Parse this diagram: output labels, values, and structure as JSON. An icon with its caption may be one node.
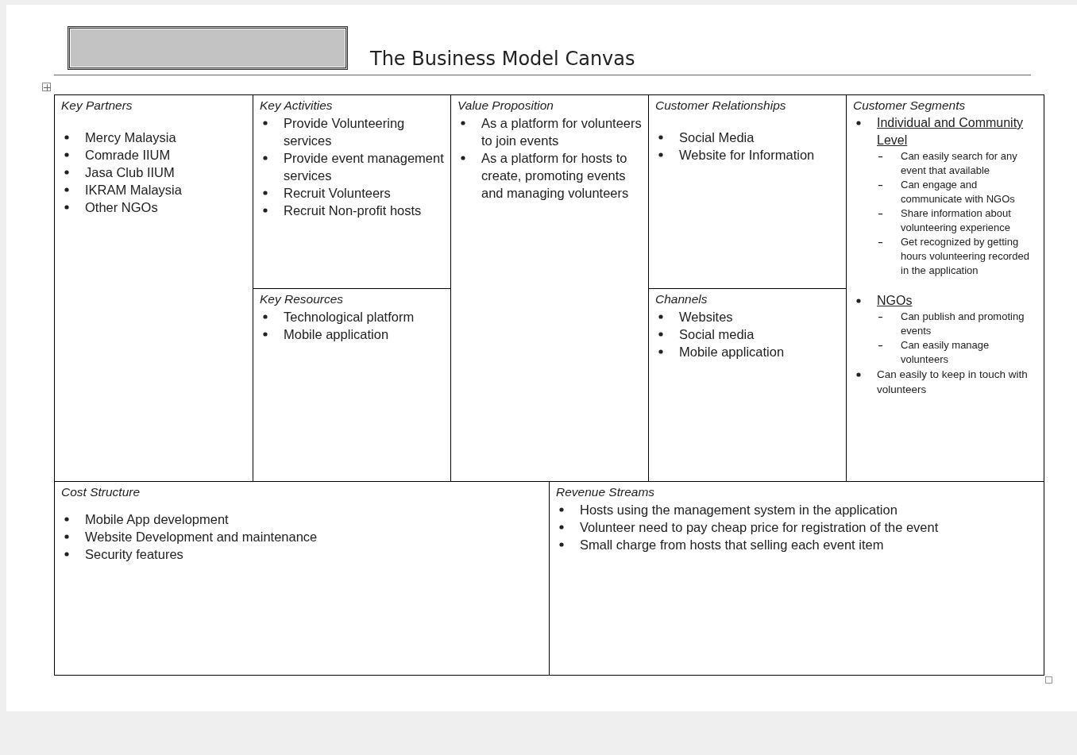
{
  "diagram": {
    "title": "The Business Model Canvas",
    "nodes": [
      {
        "text": [],
        "shape": "box"
      },
      {
        "text": [
          "Key Partners",
          "Mercy Malaysia",
          "Comrade IIUM",
          "Jasa Club IIUM",
          "IKRAM Malaysia",
          "Other NGOs"
        ]
      },
      {
        "text": [
          "Key Activities",
          "Provide Volunteering services",
          "Provide event management services",
          "Recruit Volunteers",
          "Recruit Non-profit hosts"
        ]
      },
      {
        "text": [
          "Key Resources",
          "Technological platform",
          "Mobile application"
        ]
      },
      {
        "text": [
          "Value Proposition",
          "As a platform for volunteers to join events",
          "As a platform for hosts to create, promoting events and managing volunteers"
        ]
      },
      {
        "text": [
          "Customer Relationships",
          "Social Media",
          "Website for Information"
        ]
      },
      {
        "text": [
          "Channels",
          "Websites",
          "Social media",
          "Mobile application"
        ]
      },
      {
        "text": [
          "Customer Segments",
          "Individual and Community Level",
          "Can easily search for any event that available",
          "Can engage and communicate with NGOs",
          "Share information about volunteering experience",
          "Get recognized by getting hours volunteering recorded in the application",
          "NGOs",
          "Can publish and promoting events",
          "Can easily manage volunteers",
          "Can easily to keep in touch with volunteers"
        ]
      },
      {
        "text": [
          "Cost Structure",
          "Mobile App development",
          "Website Development and maintenance",
          "Security features"
        ]
      },
      {
        "text": [
          "Revenue Streams",
          "Hosts using the management system in the application",
          "Volunteer need to pay cheap price for registration of the event",
          "Small charge from hosts that selling each event item"
        ]
      }
    ],
    "edges": []
  }
}
